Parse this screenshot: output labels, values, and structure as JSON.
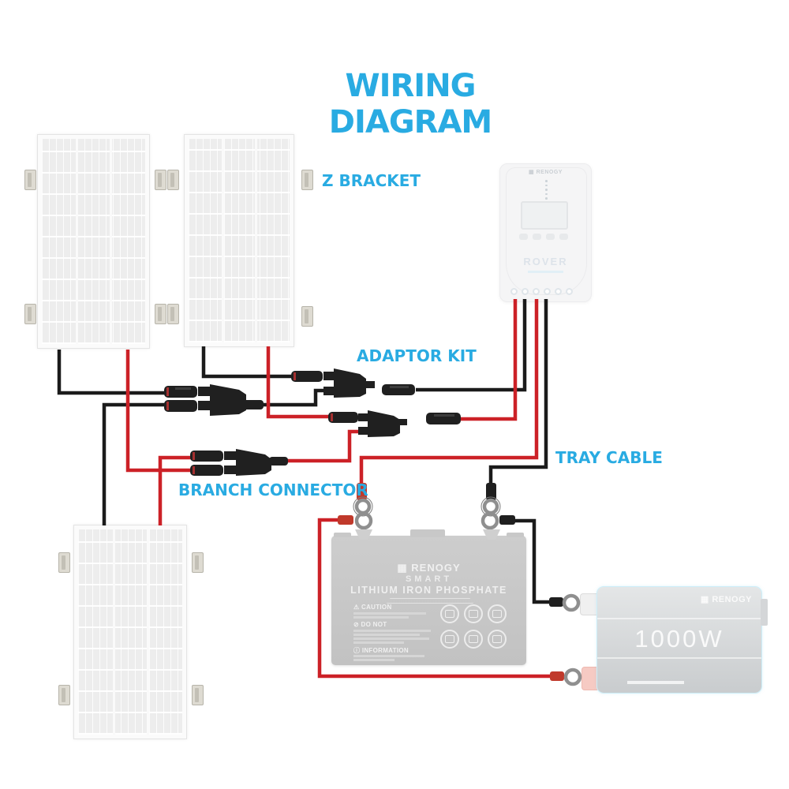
{
  "title": "WIRING DIAGRAM",
  "colors": {
    "accent": "#29abe2",
    "wire_red": "#cc2127",
    "wire_black": "#1b1b1b"
  },
  "labels": {
    "z_bracket": "Z BRACKET",
    "adaptor_kit": "ADAPTOR KIT",
    "tray_cable": "TRAY CABLE",
    "branch_connector": "BRANCH CONNECTOR"
  },
  "charge_controller": {
    "brand": "RENOGY",
    "model": "ROVER"
  },
  "battery": {
    "brand": "RENOGY",
    "series": "SMART",
    "chemistry": "LITHIUM IRON PHOSPHATE",
    "caution_heading": "⚠ CAUTION",
    "do_not_heading": "⊘ DO NOT",
    "information_heading": "ⓘ INFORMATION"
  },
  "inverter": {
    "brand": "RENOGY",
    "power": "1000W"
  }
}
